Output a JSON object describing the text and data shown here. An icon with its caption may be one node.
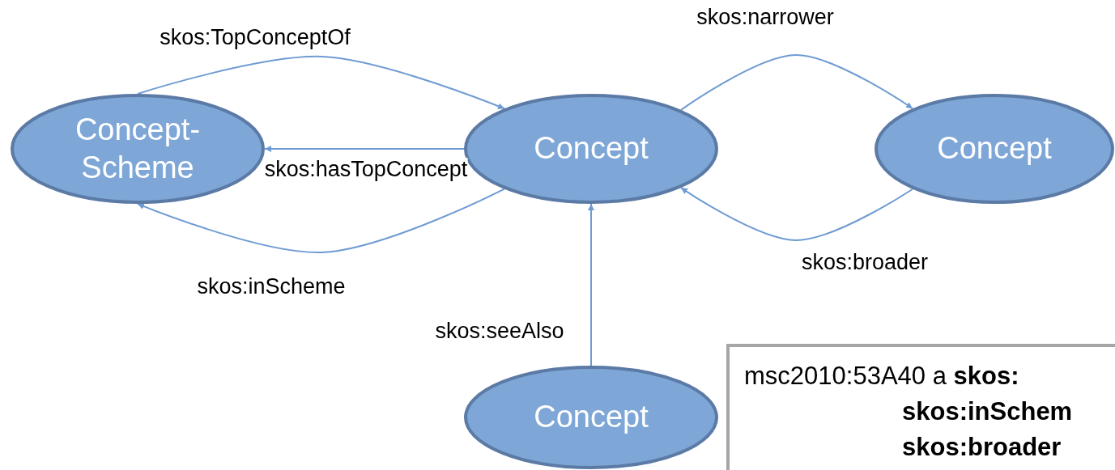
{
  "diagram": {
    "nodes": [
      {
        "text": [
          "Concept- Scheme"
        ]
      },
      {
        "text": [
          "Concept"
        ]
      },
      {
        "text": [
          "Concept"
        ]
      },
      {
        "text": [
          "Concept"
        ]
      },
      {
        "text": [
          "msc2010:53A40 a **skos:**",
          "skos:inSchem",
          "skos:broader"
        ]
      }
    ],
    "edges": [
      {
        "from": 0,
        "to": 1,
        "arrow": "to",
        "label": "skos:TopConceptOf"
      },
      {
        "from": 1,
        "to": 0,
        "arrow": "to",
        "label": "skos:hasTopConcept"
      },
      {
        "from": 1,
        "to": 0,
        "arrow": "to",
        "label": "skos:inScheme"
      },
      {
        "from": 1,
        "to": 2,
        "arrow": "to",
        "label": "skos:narrower"
      },
      {
        "from": 2,
        "to": 1,
        "arrow": "to",
        "label": "skos:broader"
      },
      {
        "from": 3,
        "to": 1,
        "arrow": "to",
        "label": "skos:seeAlso"
      }
    ]
  }
}
